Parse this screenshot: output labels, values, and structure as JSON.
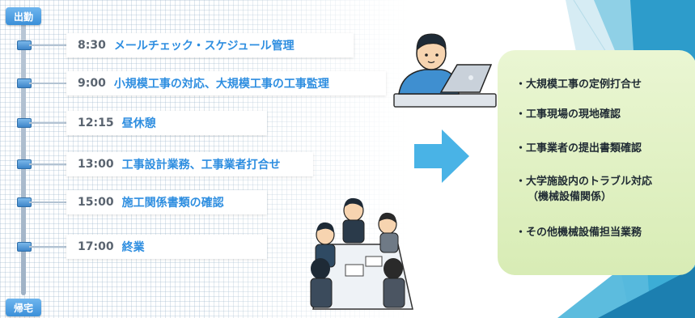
{
  "timeline": {
    "start_badge": "出勤",
    "end_badge": "帰宅",
    "entries": [
      {
        "time": "8:30",
        "title": "メールチェック・スケジュール管理"
      },
      {
        "time": "9:00",
        "title": "小規模工事の対応、大規模工事の工事監理"
      },
      {
        "time": "12:15",
        "title": "昼休憩"
      },
      {
        "time": "13:00",
        "title": "工事設計業務、工事業者打合せ"
      },
      {
        "time": "15:00",
        "title": "施工関係書類の確認"
      },
      {
        "time": "17:00",
        "title": "終業"
      }
    ]
  },
  "duties": {
    "items": [
      "・大規模工事の定例打合せ",
      "・工事現場の現地確認",
      "・工事業者の提出書類確認",
      "・大学施設内のトラブル対応",
      "（機械設備関係）",
      "・その他機械設備担当業務"
    ]
  },
  "colors": {
    "accent_blue": "#2e8ee0",
    "panel_green": "#dcefbf",
    "arrow_blue": "#49b3e6",
    "deco_teal": "#1f8fbf"
  },
  "illustrations": [
    "person-at-laptop-illustration",
    "meeting-illustration",
    "arrow-right-icon"
  ]
}
